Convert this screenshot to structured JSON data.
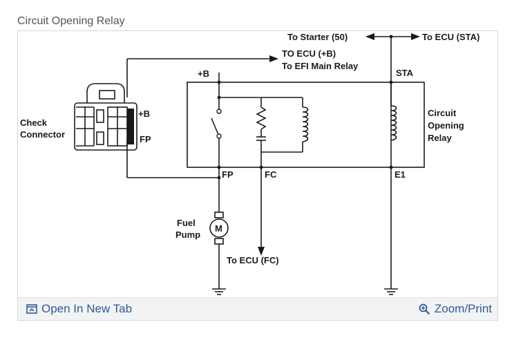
{
  "caption": "Circuit Opening Relay",
  "diagram": {
    "to_starter": "To Starter (50)",
    "to_ecu_sta": "To ECU (STA)",
    "to_ecu_b": "TO ECU (+B)",
    "to_efi_main_relay": "To EFI Main Relay",
    "b_plus_top": "+B",
    "sta_label": "STA",
    "check_connector_line1": "Check",
    "check_connector_line2": "Connector",
    "cc_b_plus": "+B",
    "cc_fp": "FP",
    "fp_label": "FP",
    "fc_label": "FC",
    "e1_label": "E1",
    "relay_line1": "Circuit",
    "relay_line2": "Opening",
    "relay_line3": "Relay",
    "pump_line1": "Fuel",
    "pump_line2": "Pump",
    "motor_letter": "M",
    "to_ecu_fc": "To ECU (FC)"
  },
  "footer": {
    "open_tab": "Open In New Tab",
    "zoom_print": "Zoom/Print"
  },
  "colors": {
    "link": "#2d5b94",
    "line": "#1a1a1a"
  }
}
